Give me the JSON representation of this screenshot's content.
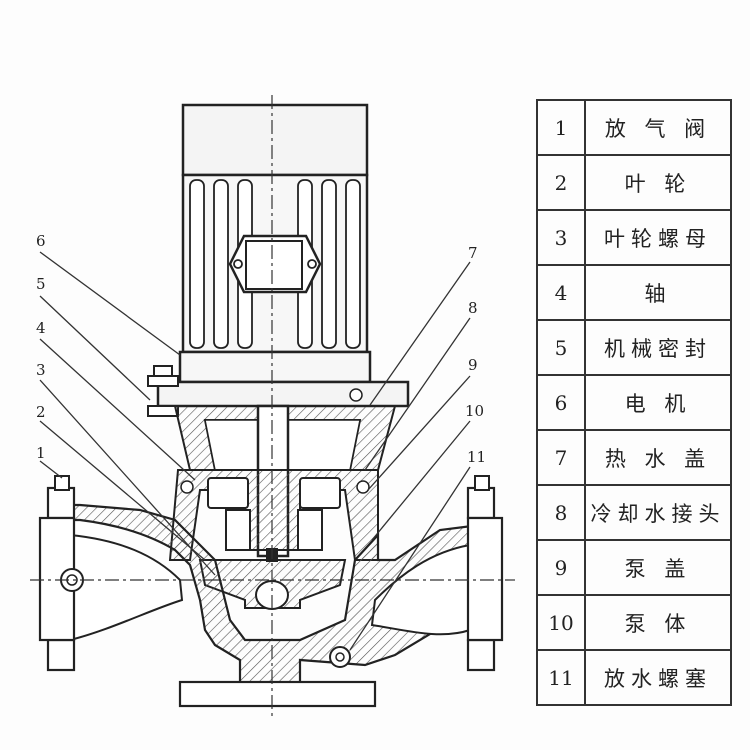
{
  "callouts": [
    "1",
    "2",
    "3",
    "4",
    "5",
    "6",
    "7",
    "8",
    "9",
    "10",
    "11"
  ],
  "parts": [
    {
      "num": "1",
      "name": "放 气 阀"
    },
    {
      "num": "2",
      "name": "叶   轮"
    },
    {
      "num": "3",
      "name": "叶轮螺母"
    },
    {
      "num": "4",
      "name": "轴"
    },
    {
      "num": "5",
      "name": "机械密封"
    },
    {
      "num": "6",
      "name": "电   机"
    },
    {
      "num": "7",
      "name": "热 水 盖"
    },
    {
      "num": "8",
      "name": "冷却水接头"
    },
    {
      "num": "9",
      "name": "泵   盖"
    },
    {
      "num": "10",
      "name": "泵   体"
    },
    {
      "num": "11",
      "name": "放水螺塞"
    }
  ]
}
